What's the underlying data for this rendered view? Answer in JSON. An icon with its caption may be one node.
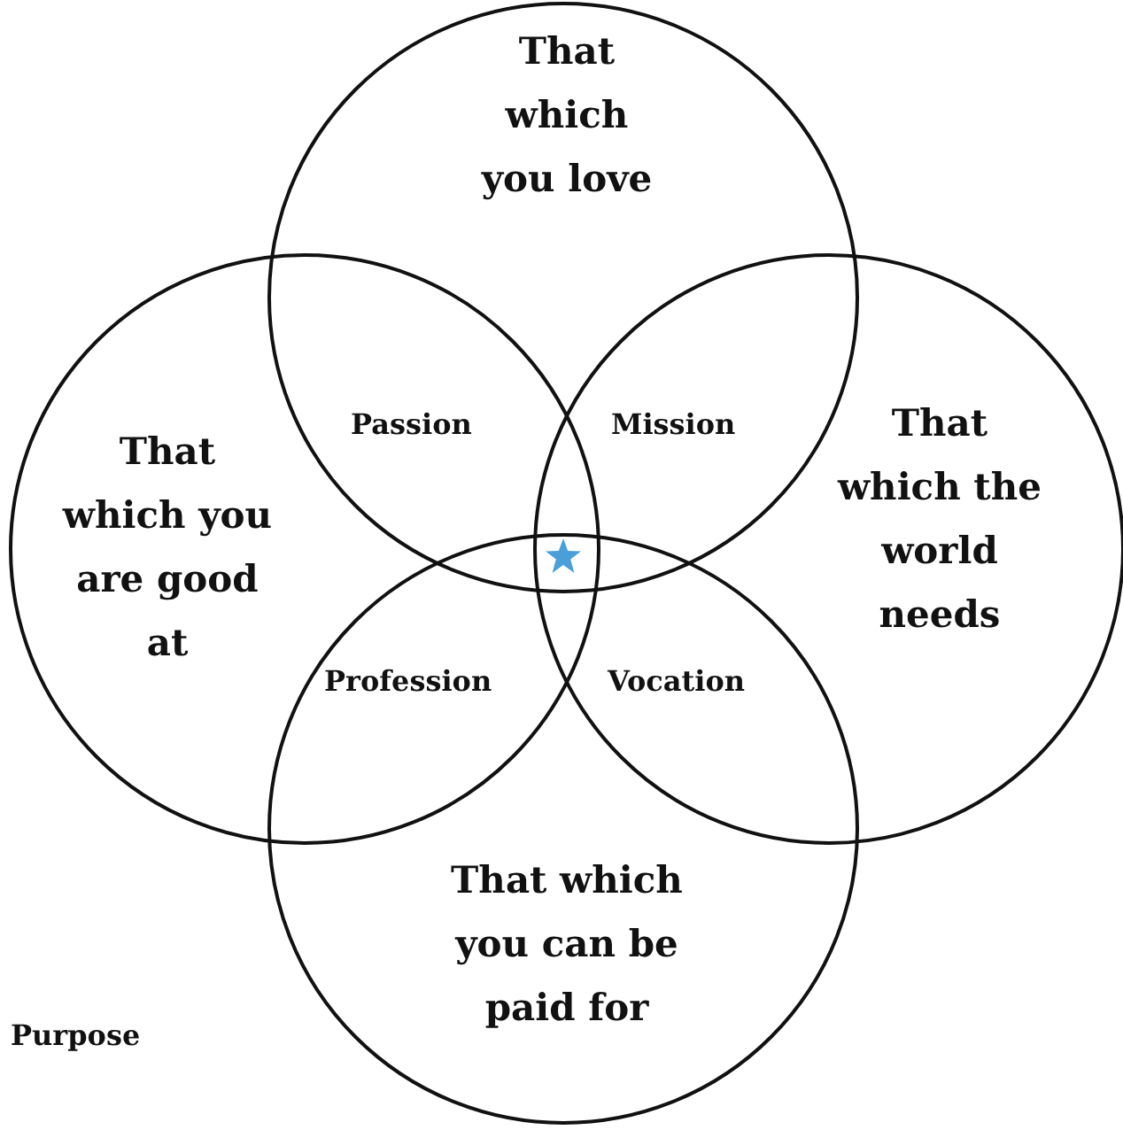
{
  "diagram": {
    "nodes": [
      {
        "text": [
          "That which you love"
        ]
      },
      {
        "text": [
          "That which you are good at"
        ]
      },
      {
        "text": [
          "That which the world needs"
        ]
      },
      {
        "text": [
          "That which you can be paid for"
        ]
      }
    ],
    "labels": [
      "Passion",
      "Mission",
      "Profession",
      "Vocation",
      "Purpose"
    ]
  }
}
